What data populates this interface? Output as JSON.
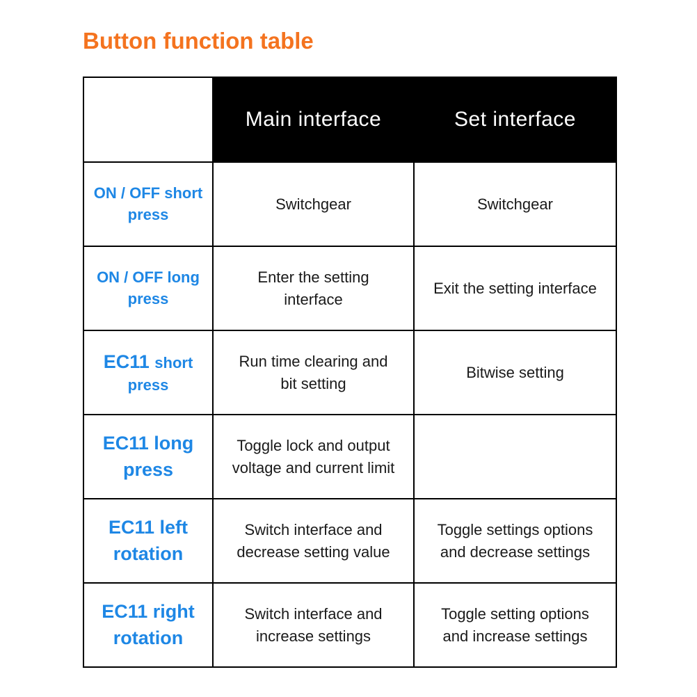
{
  "page_title": "Button function table",
  "colors": {
    "title_orange": "#F4731F",
    "label_blue": "#1E87E5",
    "header_bg": "#000000",
    "header_text": "#FFFFFF",
    "body_text": "#1A1A1A",
    "border": "#000000"
  },
  "table": {
    "corner_label": "",
    "columns": [
      "Main interface",
      "Set interface"
    ],
    "rows": [
      {
        "label_parts": [
          {
            "text": "ON / OFF short\npress",
            "size": "md"
          }
        ],
        "main": "Switchgear",
        "set": "Switchgear"
      },
      {
        "label_parts": [
          {
            "text": "ON / OFF long\npress",
            "size": "md"
          }
        ],
        "main": "Enter the setting\ninterface",
        "set": "Exit the setting interface"
      },
      {
        "label_parts": [
          {
            "text": "EC11 ",
            "size": "lg"
          },
          {
            "text": "short\npress",
            "size": "md"
          }
        ],
        "main": "Run time clearing and\nbit setting",
        "set": "Bitwise setting"
      },
      {
        "label_parts": [
          {
            "text": "EC11 long\npress",
            "size": "lg"
          }
        ],
        "main": "Toggle lock and output\nvoltage and current limit",
        "set": ""
      },
      {
        "label_parts": [
          {
            "text": "EC11 left\nrotation",
            "size": "lg"
          }
        ],
        "main": "Switch interface and\ndecrease setting value",
        "set": "Toggle settings options\nand decrease settings"
      },
      {
        "label_parts": [
          {
            "text": "EC11 right\nrotation",
            "size": "lg"
          }
        ],
        "main": "Switch interface and\nincrease settings",
        "set": "Toggle setting options\nand increase settings"
      }
    ]
  }
}
